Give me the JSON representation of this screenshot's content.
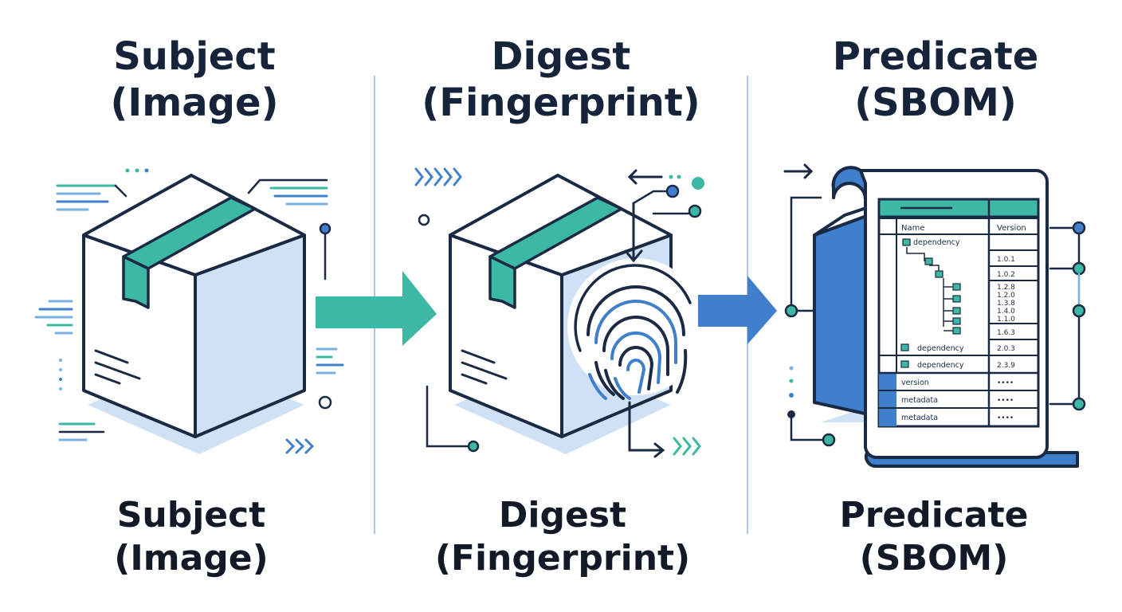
{
  "colors": {
    "navy": "#1b2a44",
    "teal": "#3cb8a4",
    "blue": "#3f7fcc",
    "light_blue": "#cfe2f5",
    "divider": "#a9c9ea"
  },
  "panels": [
    {
      "title_line1": "Subject",
      "title_line2": "(Image)",
      "caption_line1": "Subject",
      "caption_line2": "(Image)",
      "icon": "package-box-icon"
    },
    {
      "title_line1": "Digest",
      "title_line2": "(Fingerprint)",
      "caption_line1": "Digest",
      "caption_line2": "(Fingerprint)",
      "icon": "fingerprint-icon"
    },
    {
      "title_line1": "Predicate",
      "title_line2": "(SBOM)",
      "caption_line1": "Predicate",
      "caption_line2": "(SBOM)",
      "icon": "document-scroll-icon"
    }
  ],
  "sbom_table": {
    "header_name": "Name",
    "header_version": "Version",
    "top_dependency": "dependency",
    "versions": [
      "1.0.1",
      "1.0.2",
      "1.2.8",
      "1.2.0",
      "1.3.8",
      "1.4.0",
      "1.1.0",
      "1.6.3"
    ],
    "dependency_rows": [
      {
        "name": "dependency",
        "version": "2.0.3"
      },
      {
        "name": "dependency",
        "version": "2.3.9"
      }
    ],
    "footer_rows": [
      {
        "name": "version",
        "value": "••••"
      },
      {
        "name": "metadata",
        "value": "••••"
      },
      {
        "name": "metadata",
        "value": "••••"
      }
    ]
  }
}
